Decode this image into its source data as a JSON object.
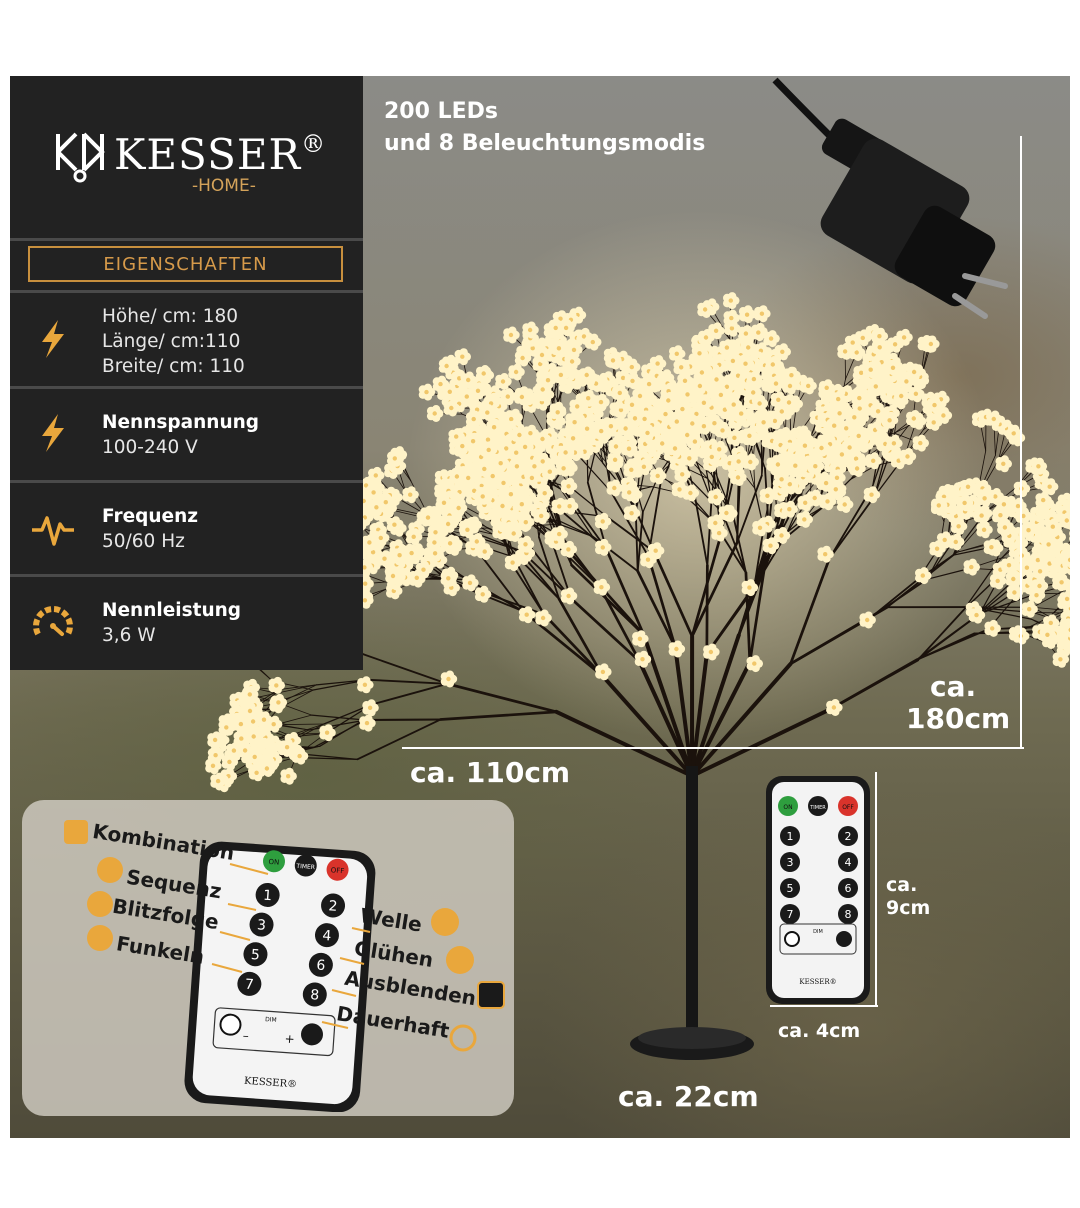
{
  "brand": {
    "name": "KESSER",
    "registered": "®",
    "sub": "-HOME-"
  },
  "section_title": "EIGENSCHAFTEN",
  "properties": [
    {
      "icon": "lightning-icon",
      "title": "",
      "lines": [
        "Höhe/ cm: 180",
        "Länge/ cm:110",
        "Breite/ cm: 110"
      ]
    },
    {
      "icon": "lightning-icon",
      "title": "Nennspannung",
      "lines": [
        "100-240 V"
      ]
    },
    {
      "icon": "frequency-wave-icon",
      "title": "Frequenz",
      "lines": [
        "50/60 Hz"
      ]
    },
    {
      "icon": "power-gauge-icon",
      "title": "Nennleistung",
      "lines": [
        "3,6 W"
      ]
    }
  ],
  "headline": {
    "line1": "200 LEDs",
    "line2": "und 8 Beleuchtungsmodis"
  },
  "dimensions": {
    "height_ca": "ca.",
    "height_val": "180cm",
    "width": "ca. 110cm",
    "base": "ca. 22cm",
    "remote_h_ca": "ca.",
    "remote_h_val": "9cm",
    "remote_w": "ca. 4cm"
  },
  "remote": {
    "on": "ON",
    "timer": "TIMER",
    "off": "OFF",
    "dim": "DIM",
    "minus": "–",
    "plus": "+",
    "brand": "KESSER®",
    "numbers": [
      "1",
      "2",
      "3",
      "4",
      "5",
      "6",
      "7",
      "8"
    ]
  },
  "modes": {
    "m1": "Kombination",
    "m2": "Welle",
    "m3": "Sequenz",
    "m4": "Glühen",
    "m5": "Blitzfolge",
    "m6": "Ausblenden",
    "m7": "Funkeln",
    "m8": "Dauerhaft"
  },
  "colors": {
    "panel": "#222222",
    "accent": "#d69a4a",
    "on": "#2e9e3e",
    "off": "#d9332b"
  }
}
